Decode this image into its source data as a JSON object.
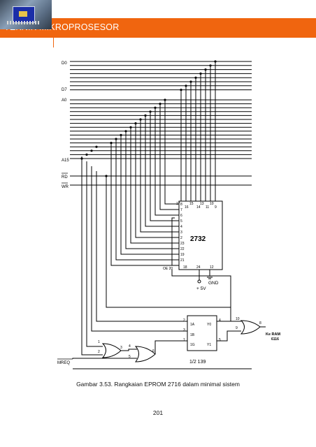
{
  "header": {
    "title": "TEKNIK MIKROPROSESOR"
  },
  "figure": {
    "bus_labels": {
      "d0": "D0",
      "d7": "D7",
      "a0": "A0",
      "a15": "A15",
      "rd": "RD",
      "wr": "WR",
      "mreq": "MREQ"
    },
    "eprom": {
      "name": "2732",
      "top_pins": [
        "17",
        "16",
        "15",
        "14",
        "13",
        "11",
        "10",
        "9"
      ],
      "left_pins": [
        "8",
        "7",
        "6",
        "5",
        "4",
        "3",
        "2",
        "23",
        "22",
        "19",
        "21"
      ],
      "bottom_pins": [
        "OE 20",
        "18",
        "24",
        "12"
      ],
      "vcc": "+ 5V",
      "gnd": "GND"
    },
    "decoder": {
      "name": "1/2 139",
      "inputs": [
        "1A",
        "1B",
        "1G"
      ],
      "outputs": [
        "Y0",
        "Y1"
      ],
      "pins": [
        "2",
        "3",
        "1",
        "4",
        "5"
      ]
    },
    "gates": {
      "gate1_pins": [
        "1",
        "2",
        "3"
      ],
      "gate2_pins": [
        "4",
        "5",
        "6"
      ],
      "gate3_pins": [
        "10",
        "9",
        "8"
      ]
    },
    "ram_label": [
      "Ke RAM",
      "6116"
    ]
  },
  "caption": "Gambar 3.53. Rangkaian EPROM 2716 dalam minimal sistem",
  "page_number": "201"
}
